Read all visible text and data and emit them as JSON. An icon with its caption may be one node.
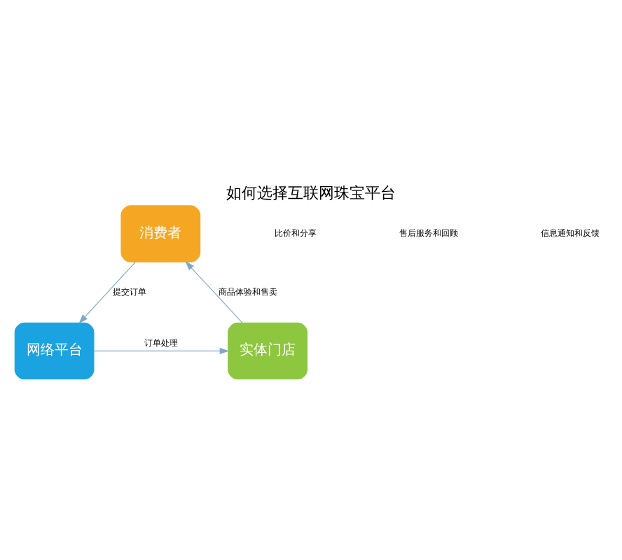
{
  "diagram": {
    "title": "如何选择互联网珠宝平台",
    "nodes": [
      {
        "text": [
          "消费者"
        ]
      },
      {
        "text": [
          "网络平台"
        ]
      },
      {
        "text": [
          "实体门店"
        ]
      }
    ],
    "edges": [
      {
        "from": 0,
        "to": 1,
        "arrow": "to",
        "label": "提交订单"
      },
      {
        "from": 2,
        "to": 0,
        "arrow": "to",
        "label": "商品体验和售卖"
      },
      {
        "from": 1,
        "to": 2,
        "arrow": "to",
        "label": "订单处理"
      }
    ],
    "labels": [
      "比价和分享",
      "售后服务和回顾",
      "信息通知和反馈"
    ]
  }
}
